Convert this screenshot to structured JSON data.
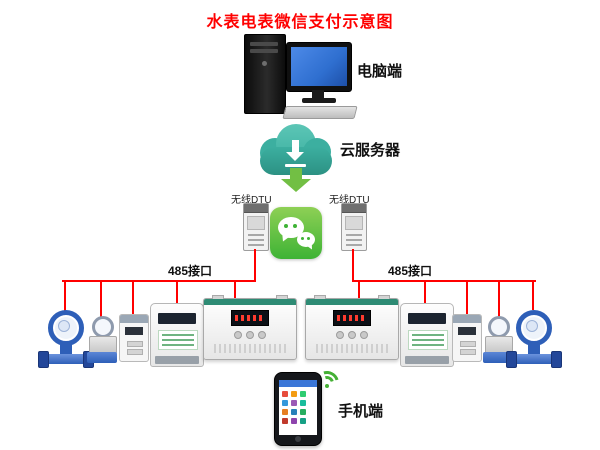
{
  "title": "水表电表微信支付示意图",
  "nodes": {
    "computer_label": "电脑端",
    "cloud_label": "云服务器",
    "dtu_left_label": "无线DTU",
    "dtu_right_label": "无线DTU",
    "bus_left_label": "485接口",
    "bus_right_label": "485接口",
    "phone_label": "手机端"
  },
  "icons": {
    "computer": "desktop-computer-icon",
    "cloud": "cloud-download-icon",
    "down_arrow": "down-arrow-icon",
    "dtu": "wireless-dtu-module-icon",
    "wechat": "wechat-icon",
    "water_meter": "water-meter-icon",
    "small_meter": "small-meter-icon",
    "electric_meter": "electric-meter-icon",
    "controller": "meter-controller-icon",
    "phone": "smartphone-icon",
    "wifi": "wifi-signal-icon"
  },
  "colors": {
    "accent_red": "#ff0000",
    "wechat_green": "#3eb335",
    "cloud_teal": "#3cafa0",
    "arrow_green": "#72bf44",
    "screen_blue": "#2f6fd0",
    "meter_blue": "#2e5fb8",
    "wifi_green": "#45b035"
  }
}
